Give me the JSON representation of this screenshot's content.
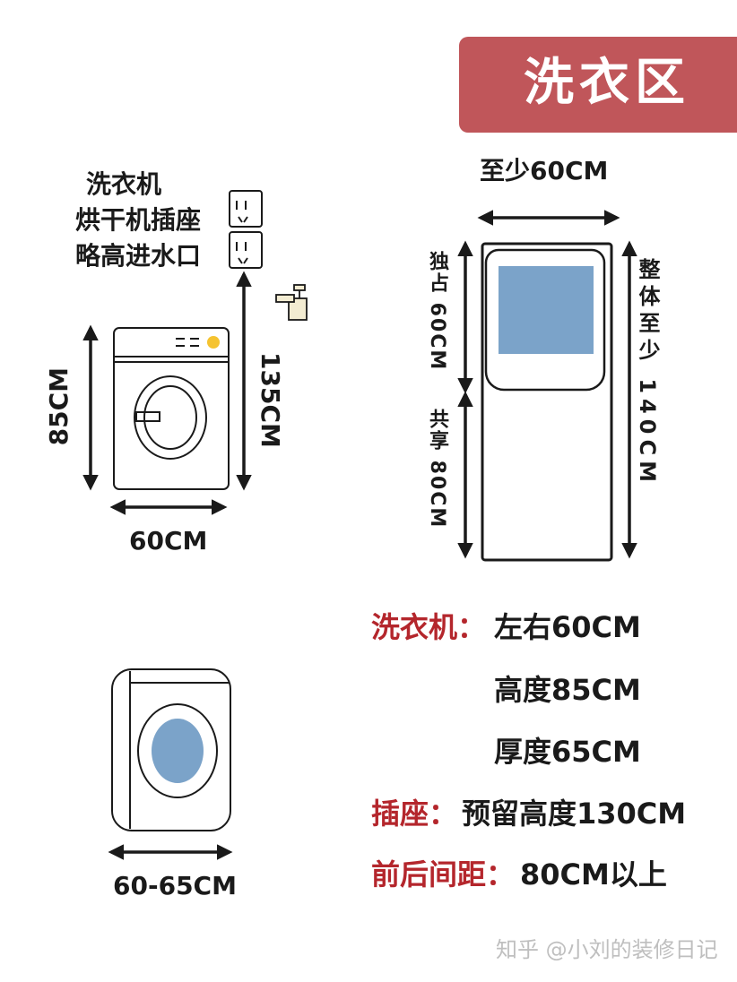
{
  "banner": {
    "title": "洗衣区"
  },
  "top_left": {
    "labels": [
      "洗衣机",
      "烘干机插座",
      "略高进水口"
    ],
    "height_85": "85CM",
    "height_135": "135CM",
    "width_60": "60CM"
  },
  "top_right": {
    "width_min": "至少60CM",
    "solo": "独占 60CM",
    "shared": "共享 80CM",
    "total": "整体至少 140CM"
  },
  "bottom_left": {
    "width_range": "60-65CM"
  },
  "specs": {
    "washer_key": "洗衣机：",
    "washer_width": "左右60CM",
    "washer_height": "高度85CM",
    "washer_depth": "厚度65CM",
    "socket_key": "插座：",
    "socket_value": "预留高度130CM",
    "gap_key": "前后间距：",
    "gap_value": "80CM以上"
  },
  "watermark": "知乎 @小刘的装修日记",
  "colors": {
    "banner": "#c0565a",
    "accent_text": "#b4262c",
    "drum": "#7ba3c9",
    "knob": "#f5c330"
  }
}
